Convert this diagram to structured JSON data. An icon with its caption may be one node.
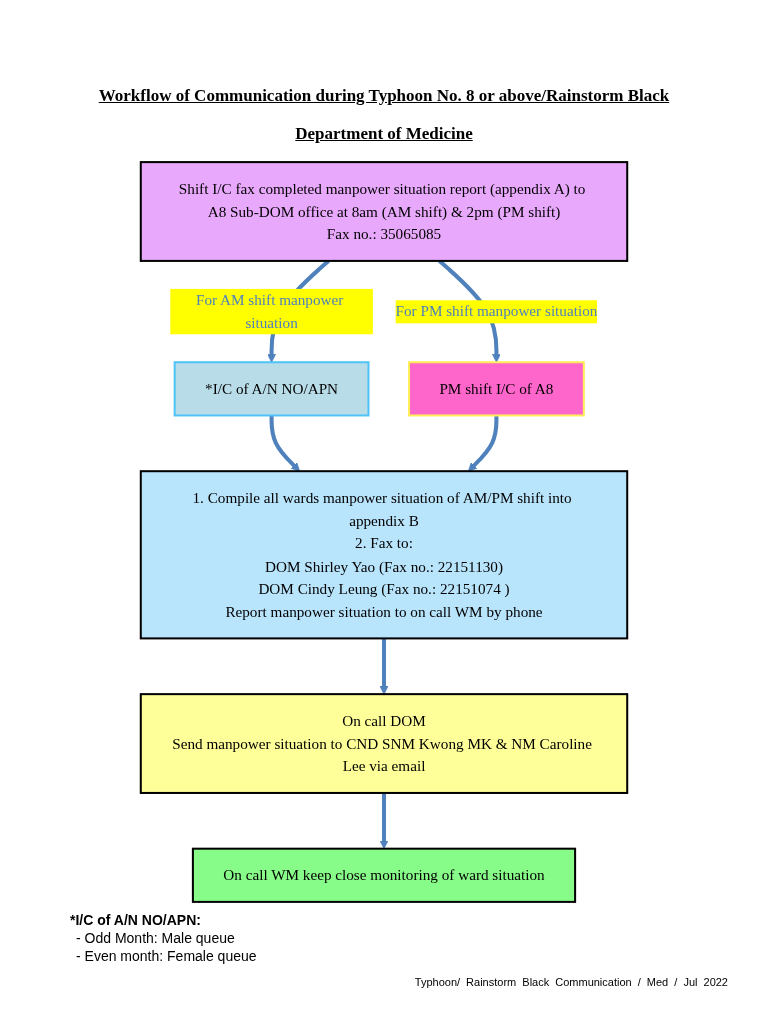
{
  "diagram": {
    "title": "Workflow of Communication during Typhoon No. 8 or above/Rainstorm Black",
    "nodes": [
      {
        "text": [
          "Shift I/C fax completed manpower situation report (appendix A) to A8 Sub-DOM office at 8am (AM shift) & 2pm (PM shift)",
          "Fax no.: 35065085"
        ]
      },
      {
        "text": [
          "*I/C of A/N NO/APN"
        ]
      },
      {
        "text": [
          "PM shift I/C of A8"
        ]
      },
      {
        "text": [
          "1. Compile all wards manpower situation of AM/PM shift into appendix B",
          "2. Fax to:",
          "DOM Shirley Yao (Fax no.: 22151130)",
          "DOM Cindy Leung (Fax no.: 22151074 )",
          "Report manpower situation to on call WM by phone"
        ]
      },
      {
        "text": [
          "On call DOM",
          "Send manpower situation to CND SNM Kwong MK & NM Caroline Lee via email"
        ]
      },
      {
        "text": [
          "On call WM keep close monitoring of ward situation"
        ]
      }
    ],
    "edges": [
      {
        "from": 0,
        "to": 1,
        "arrow": "to",
        "label": "For AM shift manpower situation"
      },
      {
        "from": 0,
        "to": 2,
        "arrow": "to",
        "label": "For PM shift manpower situation"
      },
      {
        "from": 1,
        "to": 3,
        "arrow": "to"
      },
      {
        "from": 2,
        "to": 3,
        "arrow": "to"
      },
      {
        "from": 3,
        "to": 4,
        "arrow": "to"
      },
      {
        "from": 4,
        "to": 5,
        "arrow": "to"
      }
    ],
    "labels": [
      "Department of Medicine",
      "*I/C of A/N NO/APN:",
      "- Odd Month: Male queue",
      "- Even month: Female queue",
      "Typhoon/ Rainstorm Black Communication / Med / Jul 2022"
    ]
  }
}
